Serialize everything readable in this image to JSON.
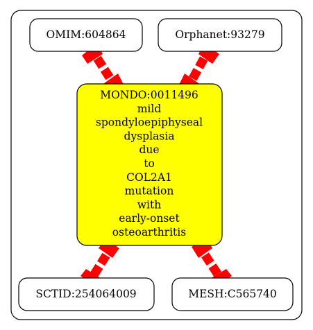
{
  "graph": {
    "nodes": {
      "omim": {
        "label": "OMIM:604864"
      },
      "orphanet": {
        "label": "Orphanet:93279"
      },
      "center": {
        "lines": [
          "MONDO:0011496",
          "mild",
          "spondyloepiphyseal",
          "dysplasia",
          "due",
          "to",
          "COL2A1",
          "mutation",
          "with",
          "early-onset",
          "osteoarthritis"
        ]
      },
      "sctid": {
        "label": "SCTID:254064009"
      },
      "mesh": {
        "label": "MESH:C565740"
      }
    },
    "colors": {
      "center_fill": "#ffff00",
      "edge": "#ff0000",
      "stroke": "#000000"
    }
  }
}
